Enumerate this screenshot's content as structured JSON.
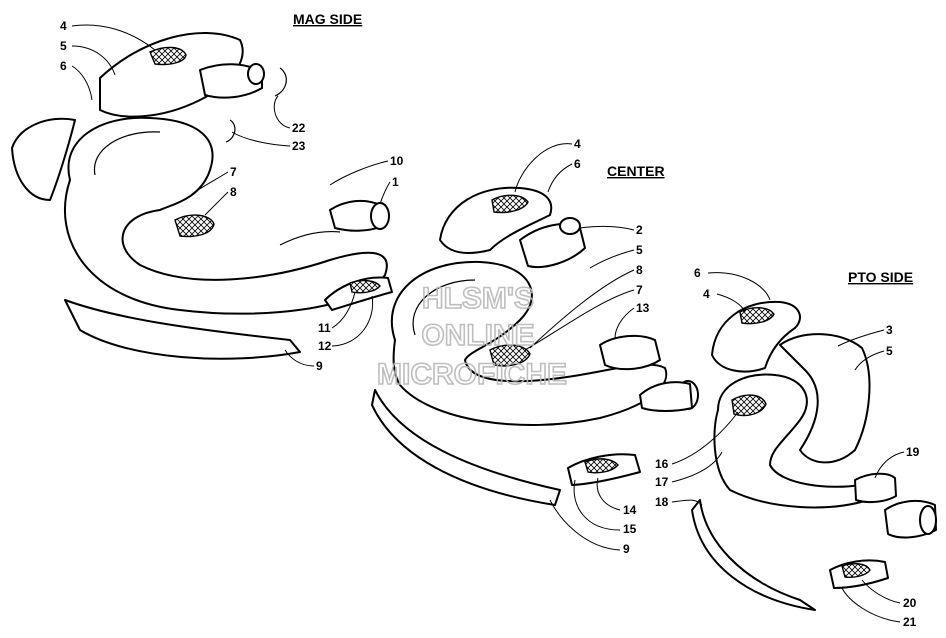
{
  "sections": {
    "mag": "MAG SIDE",
    "center": "CENTER",
    "pto": "PTO SIDE"
  },
  "watermark": {
    "line1": "HLSM'S",
    "line2": "ONLINE",
    "line3": "MICROFICHE"
  },
  "callouts": {
    "mag": [
      "4",
      "5",
      "6",
      "22",
      "23",
      "10",
      "1",
      "7",
      "8",
      "11",
      "12",
      "9"
    ],
    "center": [
      "4",
      "6",
      "2",
      "5",
      "8",
      "7",
      "13",
      "14",
      "15",
      "9"
    ],
    "pto": [
      "6",
      "4",
      "3",
      "5",
      "19",
      "16",
      "17",
      "18",
      "20",
      "21"
    ]
  }
}
